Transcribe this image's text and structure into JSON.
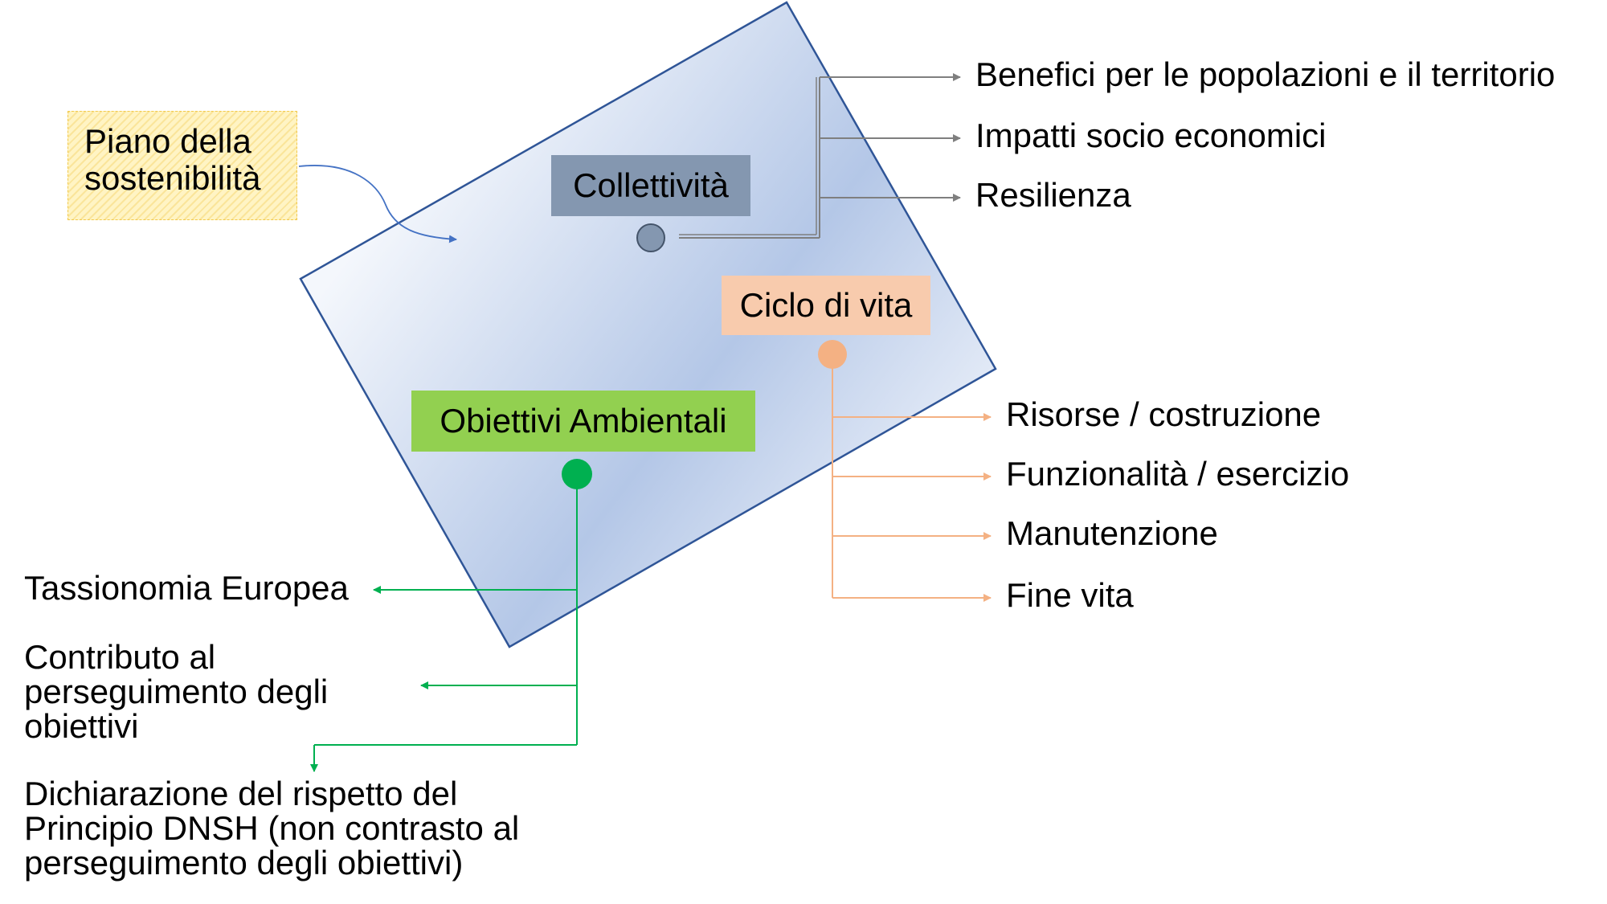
{
  "callout": {
    "line1": "Piano della",
    "line2": "sostenibilità"
  },
  "nodes": {
    "collettivita": {
      "label": "Collettività",
      "color": "#8497b0",
      "dot_color": "#8497b0",
      "line_color": "#7f7f7f"
    },
    "ciclo": {
      "label": "Ciclo di vita",
      "color": "#f8cbad",
      "dot_color": "#f4b183",
      "line_color": "#f4b183"
    },
    "obiettivi": {
      "label": "Obiettivi Ambientali",
      "color": "#92d050",
      "dot_color": "#00b050",
      "line_color": "#00b050"
    }
  },
  "collettivita_items": [
    "Benefici per le popolazioni e il territorio",
    "Impatti socio economici",
    "Resilienza"
  ],
  "ciclo_items": [
    "Risorse / costruzione",
    "Funzionalità / esercizio",
    "Manutenzione",
    "Fine vita"
  ],
  "obiettivi_items": {
    "tassonomia": "Tassionomia Europea",
    "contributo": [
      "Contributo al",
      "perseguimento degli",
      "obiettivi"
    ],
    "dichiarazione": [
      "Dichiarazione del rispetto del",
      "Principio DNSH (non contrasto al",
      "perseguimento degli obiettivi)"
    ]
  },
  "plane": {
    "border_color": "#2f5597",
    "gradient_light": "#e9eef8",
    "gradient_mid": "#b4c7e7"
  }
}
